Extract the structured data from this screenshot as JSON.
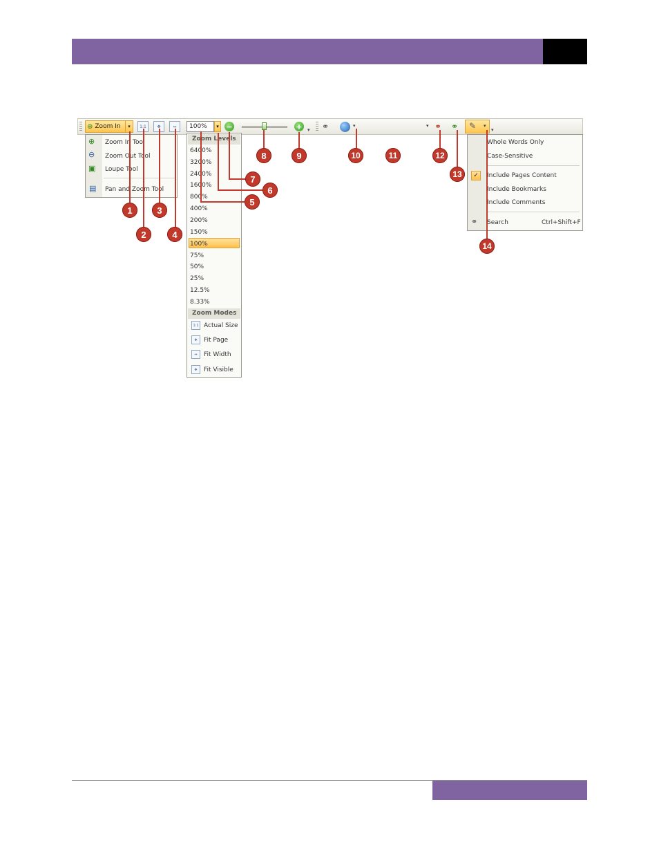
{
  "toolbar": {
    "zoom_in_label": "Zoom In",
    "zoom_value": "100%",
    "dropdown_glyph": "▾"
  },
  "zoom_tool_menu": {
    "items": [
      "Zoom In Tool",
      "Zoom Out Tool",
      "Loupe Tool",
      "Pan and Zoom Tool"
    ]
  },
  "zoom_levels_menu": {
    "levels_header": "Zoom Levels",
    "levels": [
      "6400%",
      "3200%",
      "2400%",
      "1600%",
      "800%",
      "400%",
      "200%",
      "150%",
      "100%",
      "75%",
      "50%",
      "25%",
      "12.5%",
      "8.33%"
    ],
    "selected": "100%",
    "modes_header": "Zoom Modes",
    "modes": [
      "Actual Size",
      "Fit Page",
      "Fit Width",
      "Fit Visible"
    ]
  },
  "search_menu": {
    "items": [
      "Whole Words Only",
      "Case-Sensitive",
      "Include Pages Content",
      "Include Bookmarks",
      "Include Comments"
    ],
    "checked": "Include Pages Content",
    "search_label": "Search",
    "search_shortcut": "Ctrl+Shift+F"
  },
  "callouts": [
    "1",
    "2",
    "3",
    "4",
    "5",
    "6",
    "7",
    "8",
    "9",
    "10",
    "11",
    "12",
    "13",
    "14"
  ],
  "colors": {
    "header_purple": "#8064a2",
    "callout_red": "#c0392b",
    "highlight_orange": "#ffc54d"
  }
}
